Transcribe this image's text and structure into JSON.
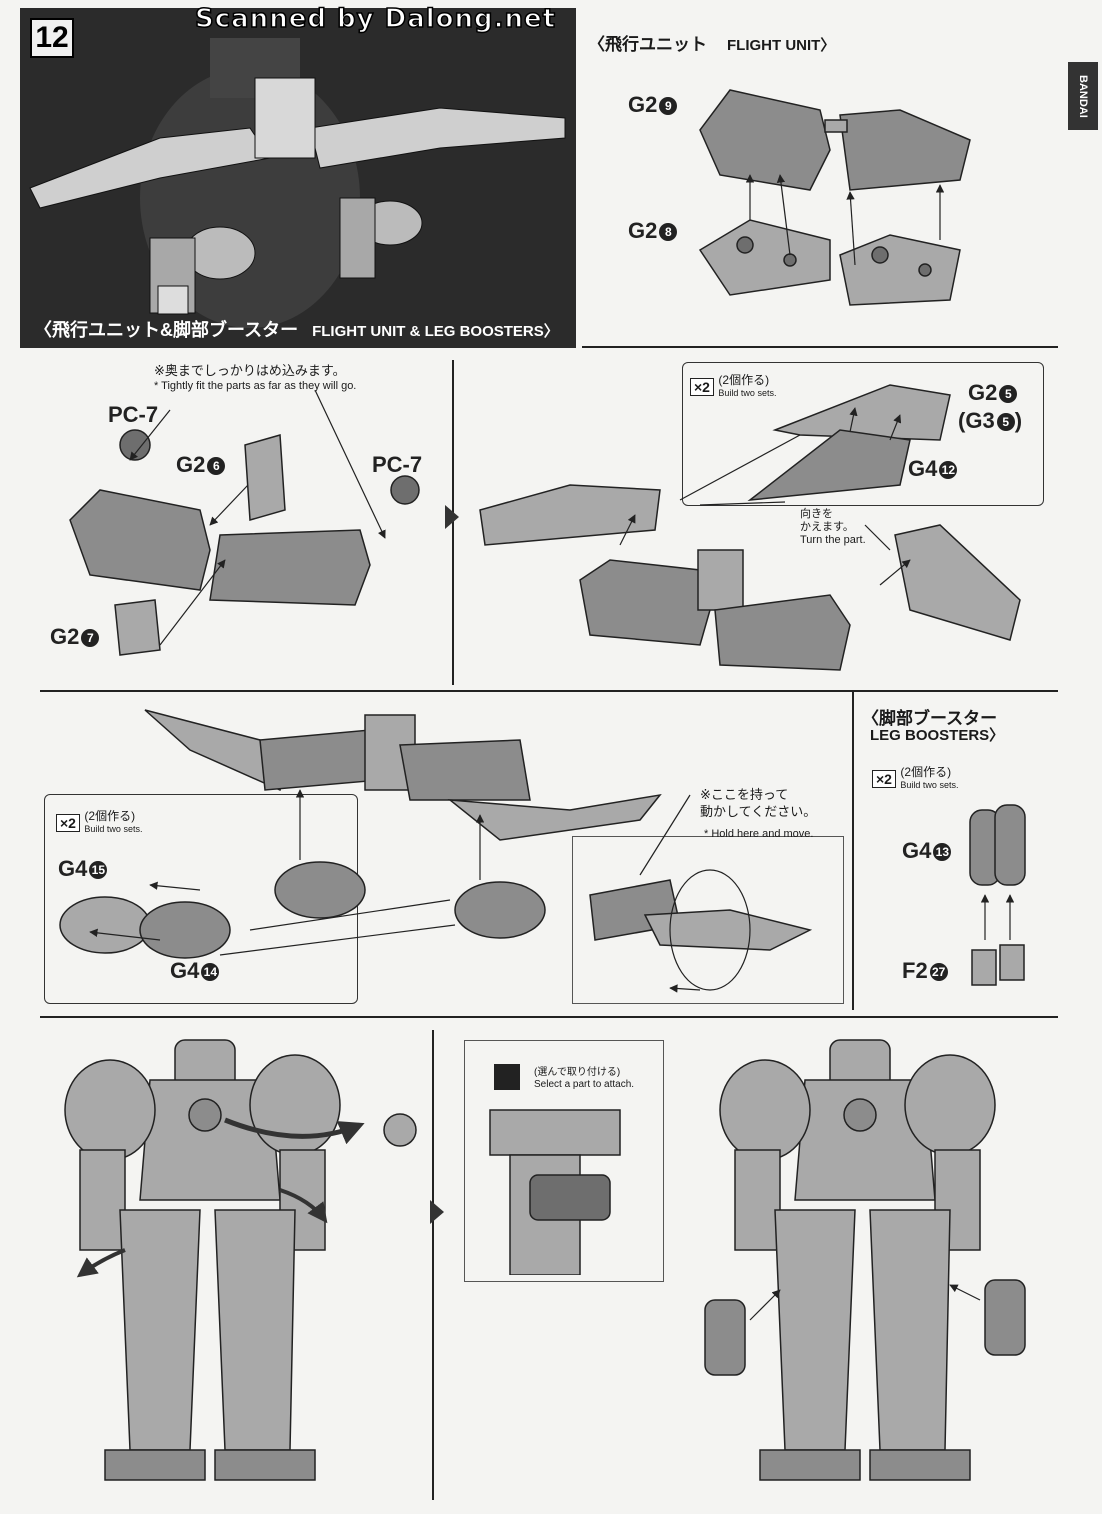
{
  "page": {
    "step_number": "12",
    "watermark": "Scanned by Dalong.net",
    "bandai_logo": "BANDAI"
  },
  "photo_section": {
    "title_jp": "〈飛行ユニット&脚部ブースター",
    "title_en": "FLIGHT UNIT & LEG BOOSTERS〉"
  },
  "flight_unit": {
    "title_jp": "〈飛行ユニット",
    "title_en": "FLIGHT UNIT〉",
    "parts": [
      {
        "group": "G2",
        "num": "9"
      },
      {
        "group": "G2",
        "num": "8"
      }
    ]
  },
  "step_b": {
    "note_jp": "※奥までしっかりはめ込みます。",
    "note_en": "* Tightly fit the parts as far as they will go.",
    "labels": {
      "pc7_left": "PC-7",
      "pc7_right": "PC-7",
      "g2_6_group": "G2",
      "g2_6_num": "6",
      "g2_7_group": "G2",
      "g2_7_num": "7"
    }
  },
  "step_c": {
    "x2": "×2",
    "x2_jp": "(2個作る)",
    "x2_en": "Build two sets.",
    "g2_5_group": "G2",
    "g2_5_num": "5",
    "g3_5_group": "(G3",
    "g3_5_num": "5",
    "g3_close": ")",
    "g4_12_group": "G4",
    "g4_12_num": "12",
    "turn_jp": "向きを\nかえます。",
    "turn_en": "Turn the part."
  },
  "step_d": {
    "x2": "×2",
    "x2_jp": "(2個作る)",
    "x2_en": "Build two sets.",
    "g4_15_group": "G4",
    "g4_15_num": "15",
    "g4_14_group": "G4",
    "g4_14_num": "14",
    "hold_jp": "※ここを持って\n動かしてください。",
    "hold_en": "* Hold here and move."
  },
  "leg_boosters": {
    "title_jp": "〈脚部ブースター",
    "title_en": "LEG BOOSTERS〉",
    "x2": "×2",
    "x2_jp": "(2個作る)",
    "x2_en": "Build two sets.",
    "g4_13_group": "G4",
    "g4_13_num": "13",
    "f2_27_group": "F2",
    "f2_27_num": "27"
  },
  "bottom": {
    "select_jp": "(選んで取り付ける)",
    "select_en": "Select a part to attach."
  }
}
